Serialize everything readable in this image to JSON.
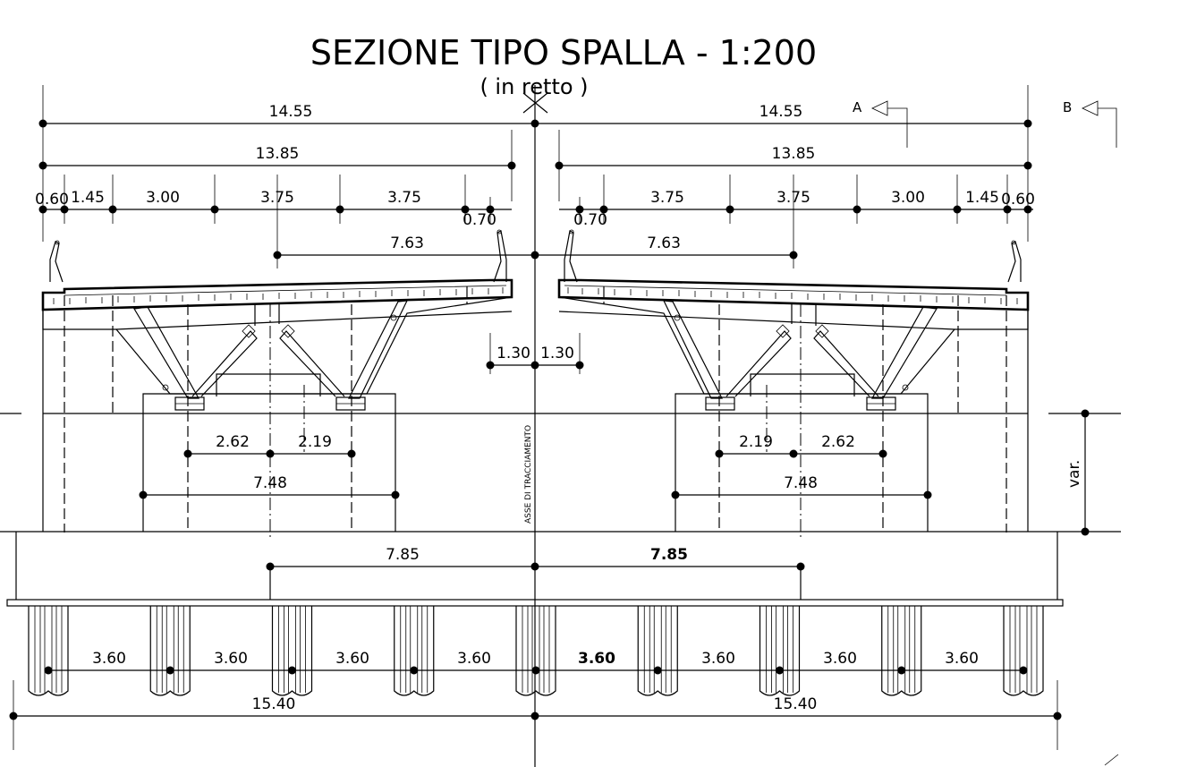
{
  "title": "SEZIONE TIPO SPALLA - 1:200",
  "subtitle": "( in retto )",
  "axis_label": "ASSE DI TRACCIAMENTO",
  "section_marks": {
    "a": "A",
    "b": "B"
  },
  "var_label": "var.",
  "deck_left": {
    "total": "14.55",
    "width": "13.85",
    "segments": [
      "0.60",
      "1.45",
      "3.00",
      "3.75",
      "3.75"
    ],
    "curb": "0.70",
    "offset": "7.63"
  },
  "deck_right": {
    "total": "14.55",
    "width": "13.85",
    "segments": [
      "3.75",
      "3.75",
      "3.00",
      "1.45",
      "0.60"
    ],
    "curb": "0.70",
    "offset": "7.63"
  },
  "gap": {
    "left": "1.30",
    "right": "1.30"
  },
  "pier_left": {
    "a": "2.62",
    "b": "2.19",
    "width": "7.48"
  },
  "pier_right": {
    "a": "2.19",
    "b": "2.62",
    "width": "7.48"
  },
  "cap": {
    "left": "7.85",
    "right": "7.85"
  },
  "piles": {
    "spacing": [
      "3.60",
      "3.60",
      "3.60",
      "3.60",
      "3.60",
      "3.60",
      "3.60",
      "3.60"
    ],
    "total_left": "15.40",
    "total_right": "15.40"
  }
}
